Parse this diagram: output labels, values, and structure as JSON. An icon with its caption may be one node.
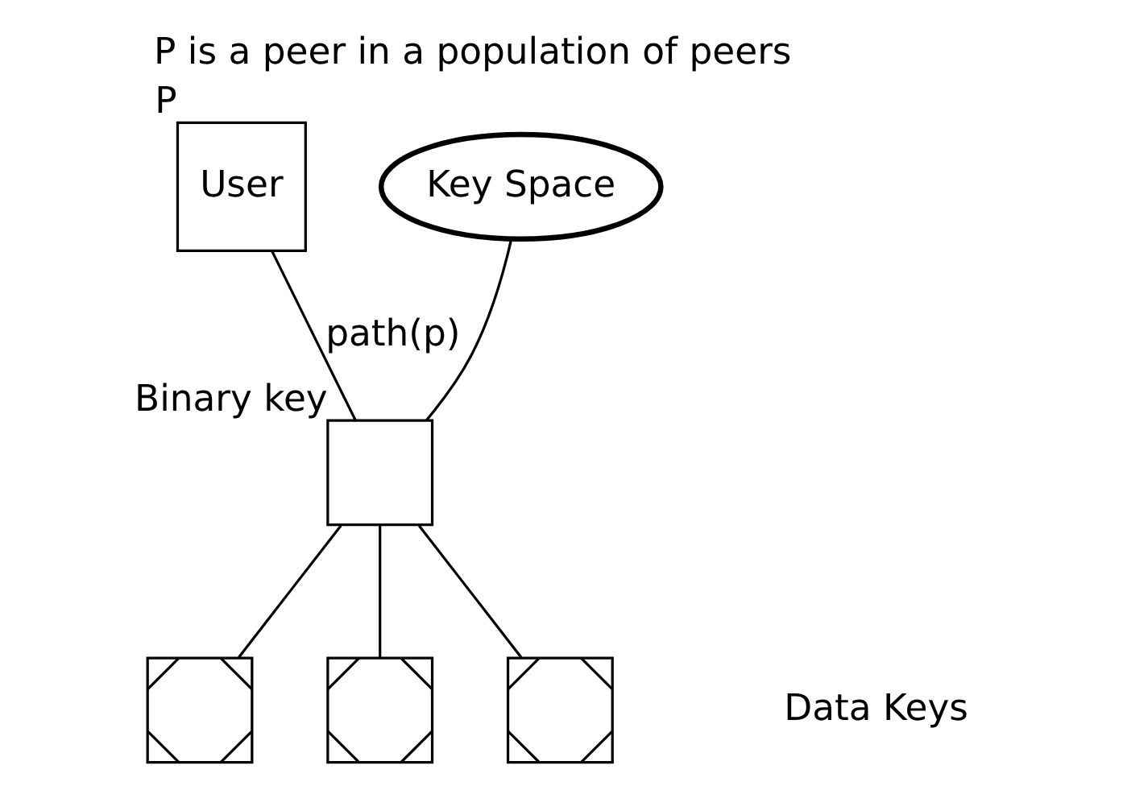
{
  "diagram": {
    "title": "P is a peer in a population of peers",
    "nodes": [
      {
        "text": [
          "User"
        ],
        "beside": [
          "P"
        ]
      },
      {
        "text": [
          "Key Space"
        ]
      },
      {
        "text": [],
        "shape": "box",
        "beside": [
          "Binary key"
        ]
      },
      {
        "text": [],
        "shape": "box"
      },
      {
        "text": [],
        "shape": "box"
      },
      {
        "text": [],
        "shape": "box"
      }
    ],
    "edges": [
      {
        "from": 0,
        "to": 2,
        "arrow": "none",
        "label": "path(p)"
      },
      {
        "from": 1,
        "to": 2,
        "arrow": "none"
      },
      {
        "from": 2,
        "to": 3,
        "arrow": "none"
      },
      {
        "from": 2,
        "to": 4,
        "arrow": "none"
      },
      {
        "from": 2,
        "to": 5,
        "arrow": "none"
      }
    ],
    "labels": [
      "Data Keys"
    ]
  }
}
